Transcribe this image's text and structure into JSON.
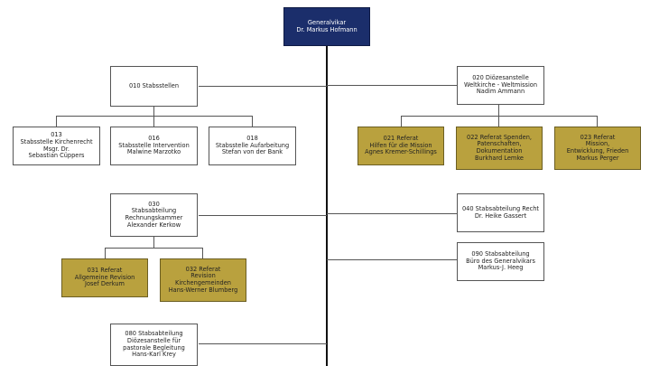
{
  "colors": {
    "top": "#1b2e6b",
    "referat": "#b9a13e",
    "unit": "#ffffff",
    "connector": "#555555"
  },
  "nodes": {
    "top": {
      "lines": [
        "Generalvikar",
        "Dr. Markus Hofmann"
      ]
    },
    "n010": {
      "lines": [
        "010 Stabsstellen"
      ]
    },
    "n013": {
      "lines": [
        "013",
        "Stabsstelle Kirchenrecht",
        "Msgr. Dr.",
        "Sebastian Cüppers"
      ]
    },
    "n016": {
      "lines": [
        "016",
        "Stabsstelle Intervention",
        "Malwine Marzotko"
      ]
    },
    "n018": {
      "lines": [
        "018",
        "Stabsstelle Aufarbeitung",
        "Stefan von der Bank"
      ]
    },
    "n020": {
      "lines": [
        "020 Diözesanstelle",
        "Weltkirche - Weltmission",
        "Nadim Ammann"
      ]
    },
    "n021": {
      "lines": [
        "021 Referat",
        "Hilfen für die Mission",
        "Agnes  Kremer-Schillings"
      ]
    },
    "n022": {
      "lines": [
        "022 Referat Spenden,",
        "Patenschaften,",
        "Dokumentation",
        "Burkhard Lemke"
      ]
    },
    "n023": {
      "lines": [
        "023 Referat",
        "Mission,",
        "Entwicklung, Frieden",
        "Markus Perger"
      ]
    },
    "n030": {
      "lines": [
        "030",
        "Stabsabteilung",
        "Rechnungskammer",
        "Alexander  Kerkow"
      ]
    },
    "n031": {
      "lines": [
        "031 Referat",
        "Allgemeine Revision",
        "Josef Derkum"
      ]
    },
    "n032": {
      "lines": [
        "032 Referat",
        "Revision",
        "Kirchengemeinden",
        "Hans-Werner Blumberg"
      ]
    },
    "n040": {
      "lines": [
        "040 Stabsabteilung Recht",
        "Dr. Heike Gassert"
      ]
    },
    "n090": {
      "lines": [
        "090 Stabsabteilung",
        "Büro des Generalvikars",
        "Markus-J. Heeg"
      ]
    },
    "n080": {
      "lines": [
        "080 Stabsabteilung",
        "Diözesanstelle für",
        "pastorale Begleitung",
        "Hans-Karl Krey"
      ]
    }
  }
}
